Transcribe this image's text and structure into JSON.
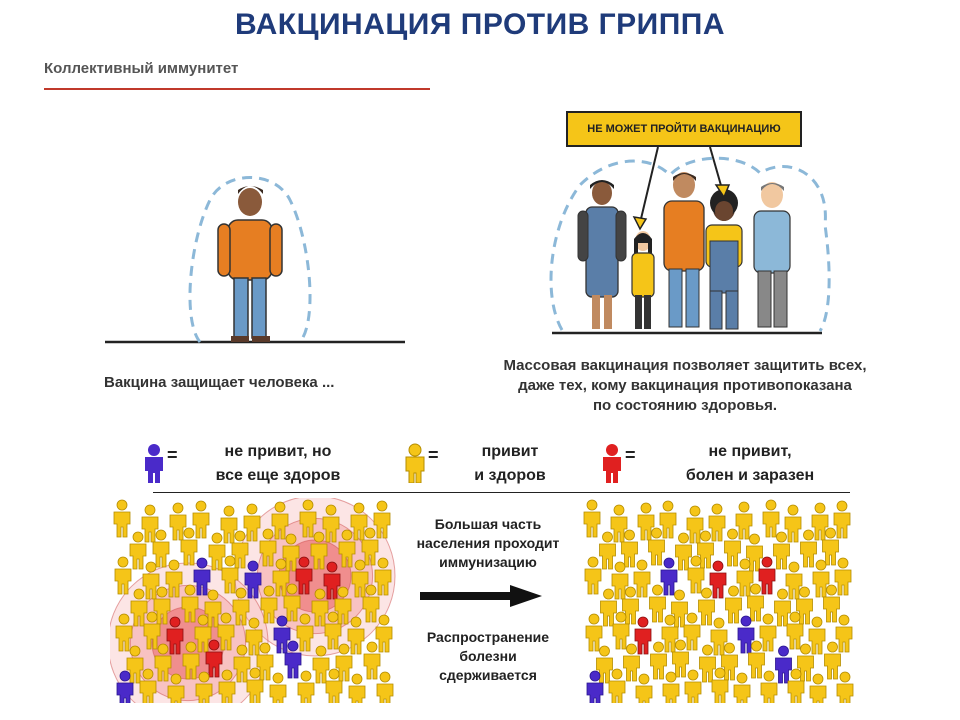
{
  "header": {
    "title": "ВАКЦИНАЦИЯ ПРОТИВ  ГРИППА",
    "subtitle": "Коллективный иммунитет"
  },
  "left_panel": {
    "caption": "Вакцина защищает человека ..."
  },
  "right_panel": {
    "callout": "НЕ МОЖЕТ ПРОЙТИ ВАКЦИНАЦИЮ",
    "caption_lines": [
      "Массовая вакцинация позволяет защитить всех,",
      "даже тех, кому вакцинация противопоказана",
      "по состоянию здоровья."
    ]
  },
  "legend": [
    {
      "equals": "=",
      "line1": "не привит, но",
      "line2": "все еще здоров",
      "color": "#4a2ac9",
      "icon": "person-icon"
    },
    {
      "equals": "=",
      "line1": "привит",
      "line2": "и здоров",
      "color": "#f5c518",
      "icon": "person-icon"
    },
    {
      "equals": "=",
      "line1": "не привит,",
      "line2": "болен и заразен",
      "color": "#e02020",
      "icon": "person-icon"
    }
  ],
  "middle": {
    "top_lines": [
      "Большая часть",
      "населения проходит",
      "иммунизацию"
    ],
    "bottom_lines": [
      "Распространение",
      "болезни",
      "сдерживается"
    ],
    "arrow_icon": "arrow-right-icon"
  },
  "colors": {
    "title": "#1f3b7a",
    "underline": "#c0392b",
    "vaccinated": "#f5c518",
    "unvaccinated_healthy": "#4a2ac9",
    "infected": "#e02020",
    "shield": "#8cb8d8"
  }
}
